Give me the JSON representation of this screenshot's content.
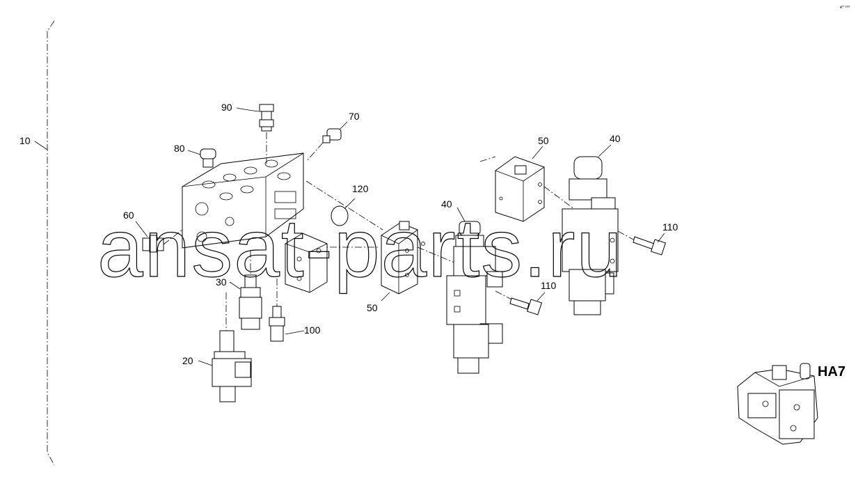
{
  "diagram": {
    "corner_text": "e⁰ ᵒᵒᵒ",
    "watermark": "ansat-parts.ru",
    "inset_label": "HA7",
    "callouts": {
      "c10": "10",
      "c20": "20",
      "c30": "30",
      "c40a": "40",
      "c40b": "40",
      "c50a": "50",
      "c50b": "50",
      "c60": "60",
      "c70": "70",
      "c80": "80",
      "c90": "90",
      "c100": "100",
      "c110a": "110",
      "c110b": "110",
      "c120": "120"
    }
  }
}
